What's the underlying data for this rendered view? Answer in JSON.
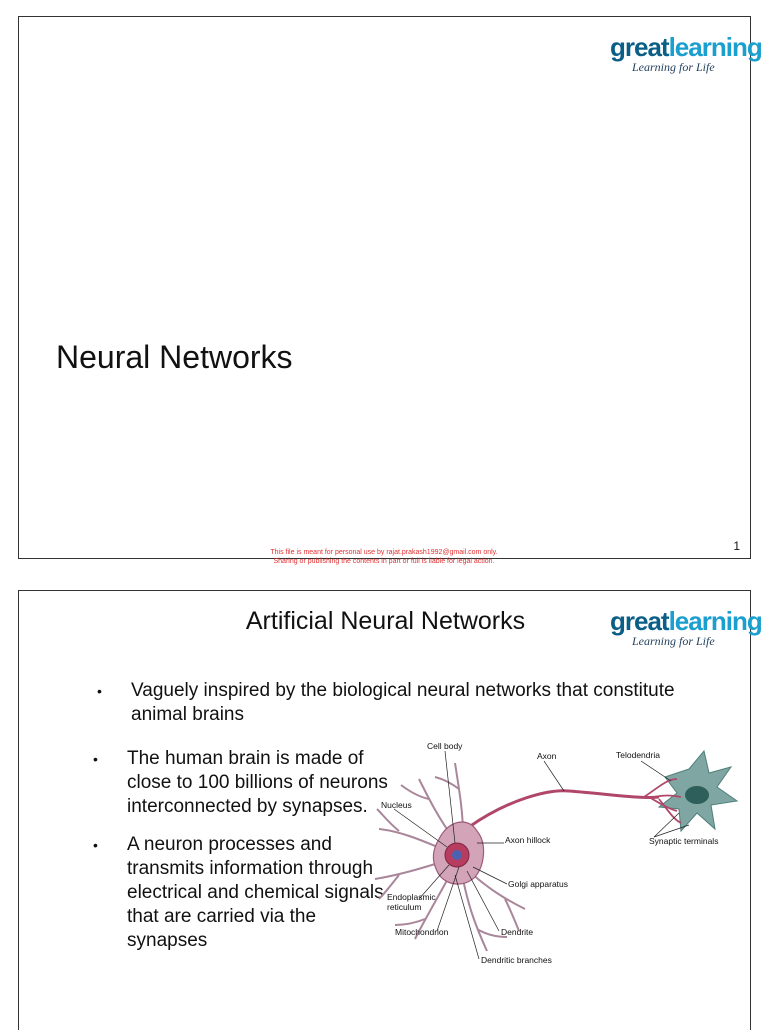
{
  "logo": {
    "great": "great",
    "learning": "learning",
    "tagline": "Learning for Life"
  },
  "slide1": {
    "title": "Neural Networks",
    "page_number": "1"
  },
  "watermark": {
    "line1": "This file is meant for personal use by rajat.prakash1992@gmail.com only.",
    "line2": "Sharing or publishing the contents in part or full is liable for legal action."
  },
  "slide2": {
    "title": "Artificial Neural Networks",
    "bullet_char": "•",
    "bullets_top": [
      "Vaguely inspired by the biological neural networks that constitute animal brains"
    ],
    "bullets_side": [
      "The human brain is made of close to 100 billions of neurons interconnected by synapses.",
      "A neuron processes and transmits information through electrical and chemical signals that are carried via the synapses"
    ],
    "diagram_labels": {
      "cell_body": "Cell body",
      "axon": "Axon",
      "telodendria": "Telodendria",
      "nucleus": "Nucleus",
      "axon_hillock": "Axon hillock",
      "synaptic_terminals": "Synaptic terminals",
      "golgi": "Golgi apparatus",
      "er_line1": "Endoplasmic",
      "er_line2": "reticulum",
      "mitochondrion": "Mitochondrion",
      "dendrite": "Dendrite",
      "dendritic_branches": "Dendritic branches"
    }
  }
}
